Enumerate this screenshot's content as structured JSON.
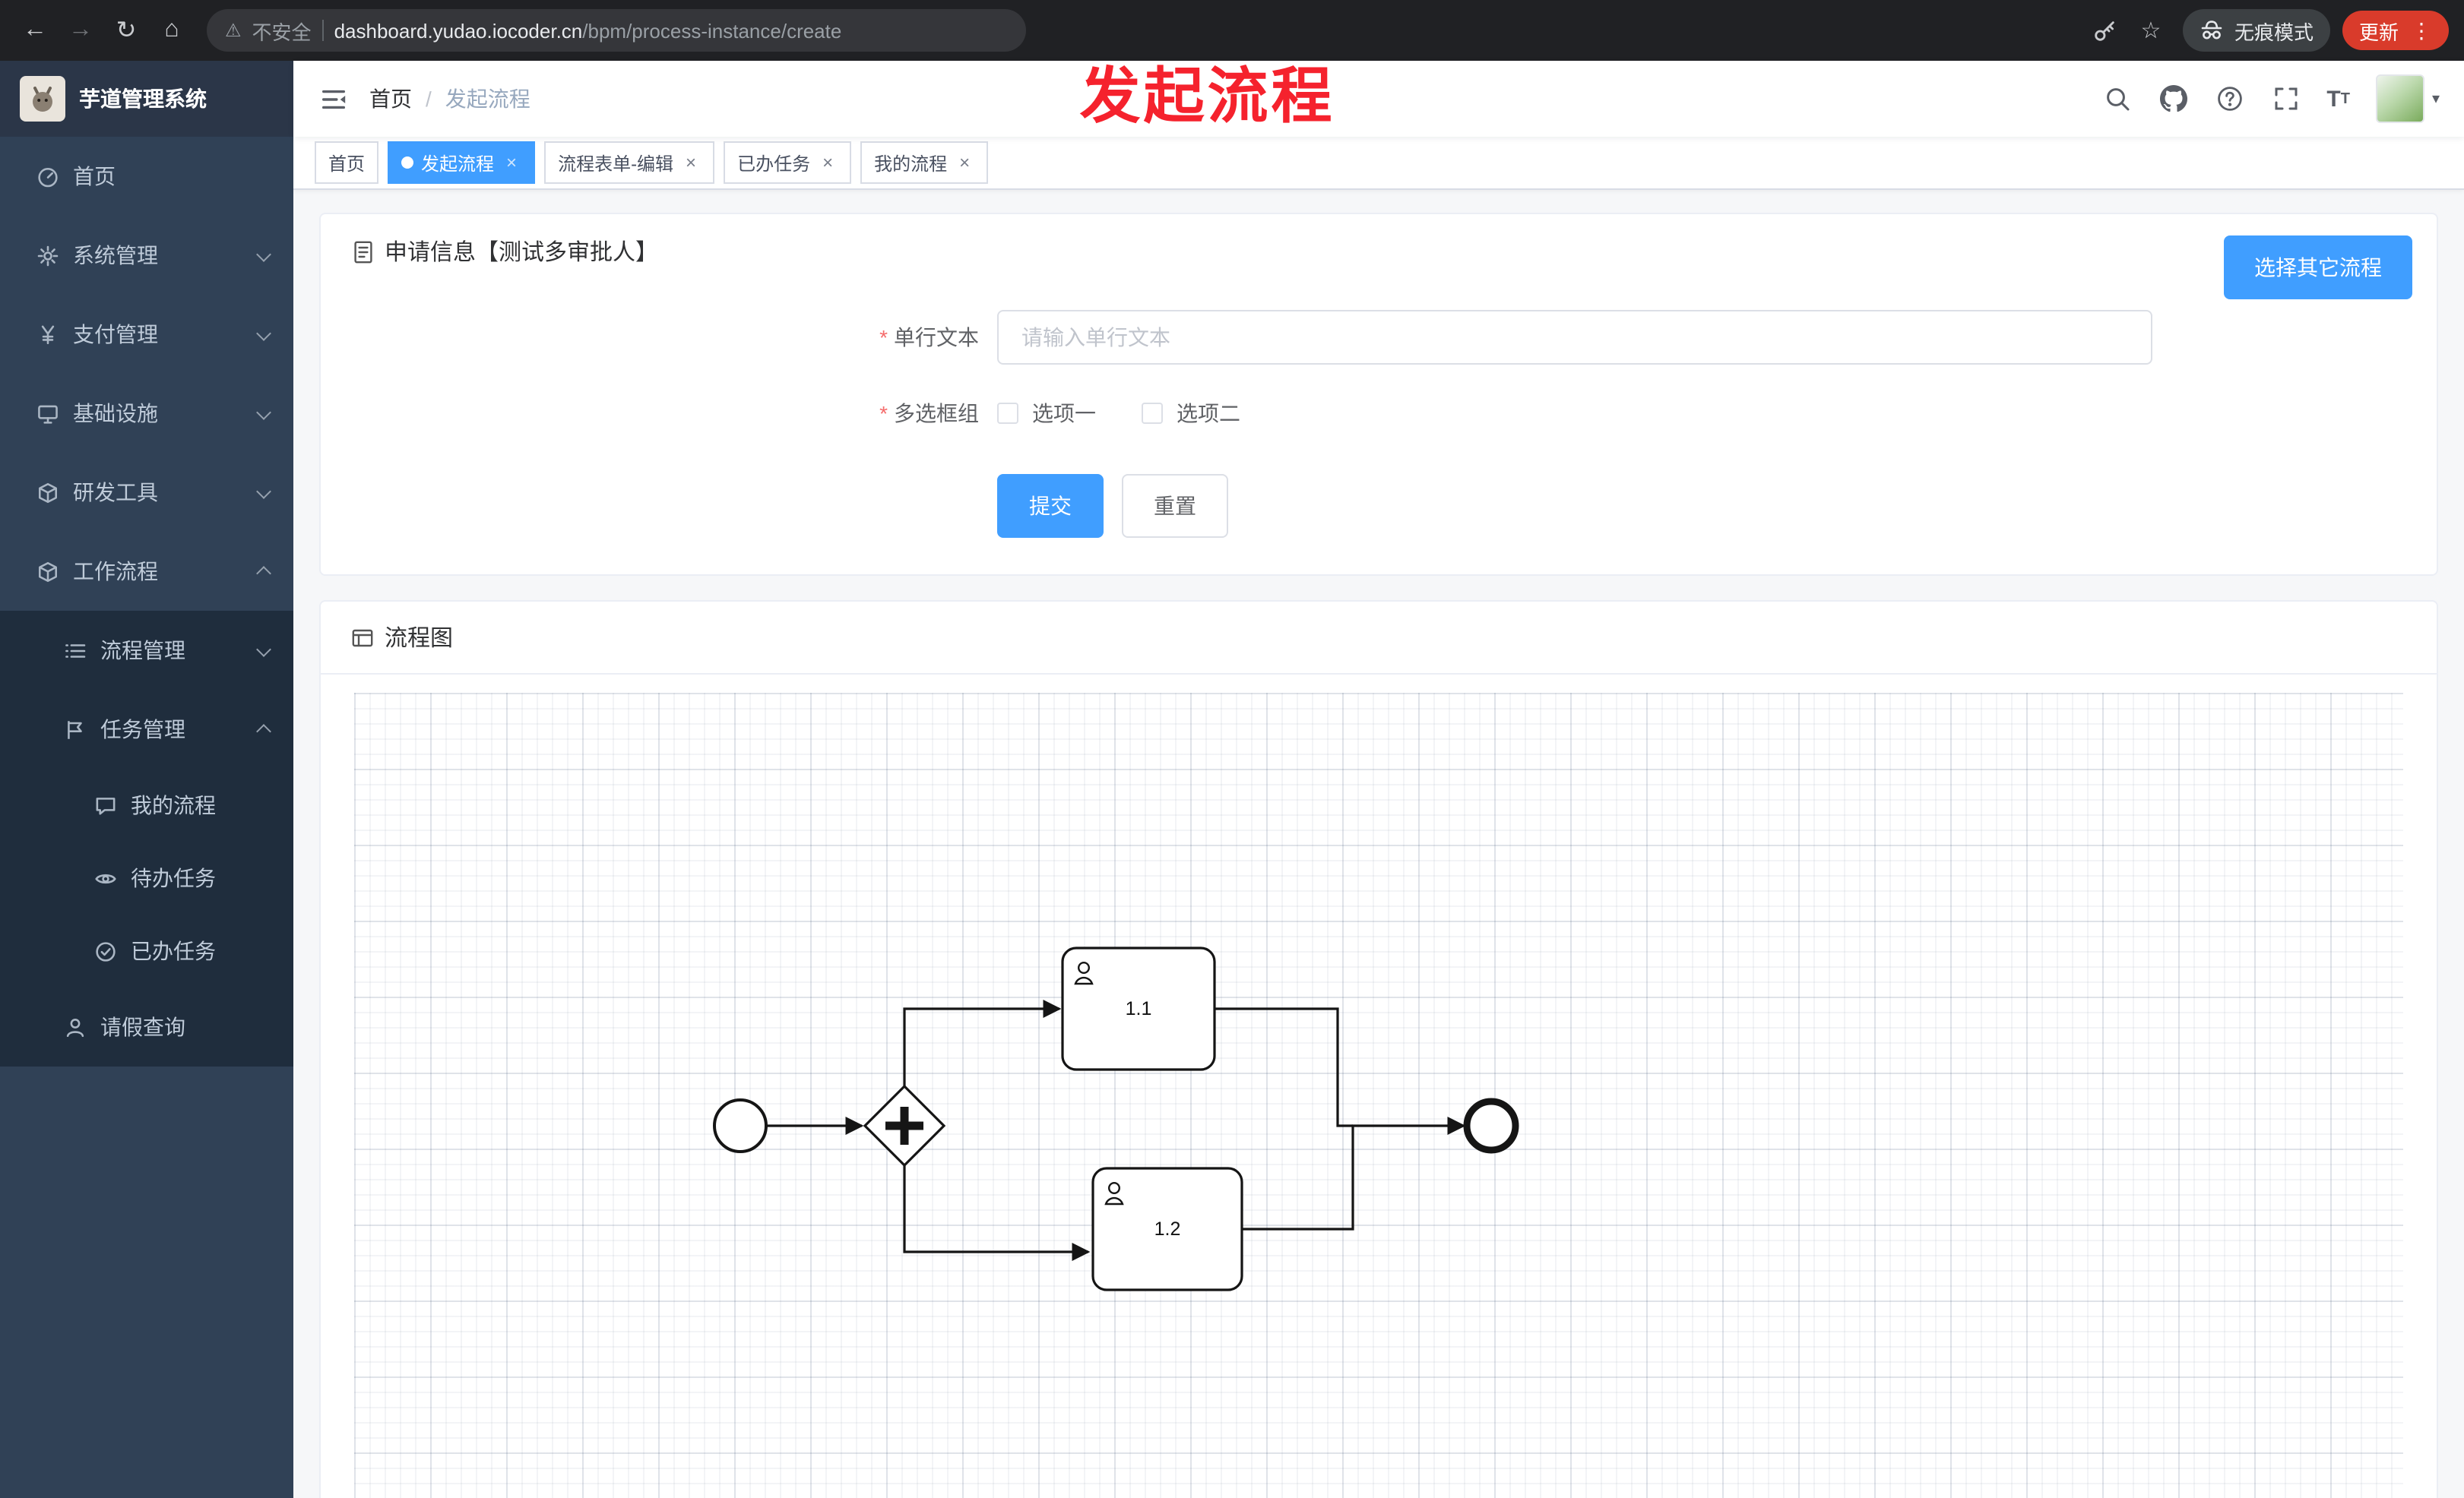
{
  "icons": {
    "back": "←",
    "forward": "→",
    "reload": "↻",
    "home": "⌂",
    "warning": "⚠",
    "star": "☆",
    "dots": "⋮",
    "caret": "▾",
    "close": "×",
    "breadcrumb_separator": "/",
    "question": "?",
    "font_size_big": "T",
    "font_size_small": "T"
  },
  "browser": {
    "security_label": "不安全",
    "url_domain": "dashboard.yudao.iocoder.cn",
    "url_path": "/bpm/process-instance/create",
    "incognito_label": "无痕模式",
    "update_label": "更新"
  },
  "overlay": {
    "title": "发起流程"
  },
  "sidebar": {
    "app_title": "芋道管理系统",
    "items": [
      {
        "label": "首页"
      },
      {
        "label": "系统管理"
      },
      {
        "label": "支付管理"
      },
      {
        "label": "基础设施"
      },
      {
        "label": "研发工具"
      },
      {
        "label": "工作流程"
      },
      {
        "label": "流程管理"
      },
      {
        "label": "任务管理"
      },
      {
        "label": "我的流程"
      },
      {
        "label": "待办任务"
      },
      {
        "label": "已办任务"
      },
      {
        "label": "请假查询"
      }
    ]
  },
  "navbar": {
    "breadcrumb_home": "首页",
    "breadcrumb_current": "发起流程"
  },
  "tabs": [
    {
      "label": "首页",
      "active": false,
      "closable": false
    },
    {
      "label": "发起流程",
      "active": true,
      "closable": true
    },
    {
      "label": "流程表单-编辑",
      "active": false,
      "closable": true
    },
    {
      "label": "已办任务",
      "active": false,
      "closable": true
    },
    {
      "label": "我的流程",
      "active": false,
      "closable": true
    }
  ],
  "form_card": {
    "title": "申请信息【测试多审批人】",
    "choose_other_label": "选择其它流程",
    "required_mark": "*",
    "text_label": "单行文本",
    "text_placeholder": "请输入单行文本",
    "checkbox_label": "多选框组",
    "options": [
      {
        "label": "选项一",
        "checked": false
      },
      {
        "label": "选项二",
        "checked": false
      }
    ],
    "submit_label": "提交",
    "reset_label": "重置"
  },
  "diagram_card": {
    "title": "流程图",
    "diagram": {
      "type": "bpmn",
      "nodes": [
        {
          "id": "start",
          "type": "start-event"
        },
        {
          "id": "gateway",
          "type": "parallel-gateway"
        },
        {
          "id": "task-1-1",
          "type": "user-task",
          "label": "1.1"
        },
        {
          "id": "task-1-2",
          "type": "user-task",
          "label": "1.2"
        },
        {
          "id": "end",
          "type": "end-event"
        }
      ],
      "flows": [
        {
          "from": "start",
          "to": "gateway"
        },
        {
          "from": "gateway",
          "to": "task-1-1"
        },
        {
          "from": "gateway",
          "to": "task-1-2"
        },
        {
          "from": "task-1-1",
          "to": "end"
        },
        {
          "from": "task-1-2",
          "to": "end"
        }
      ]
    }
  },
  "colors": {
    "accent": "#409eff",
    "danger": "#f56c6c",
    "annotation": "#f5222d",
    "sidebar_bg": "#304156",
    "sidebar_sub_bg": "#1f2d3d"
  }
}
